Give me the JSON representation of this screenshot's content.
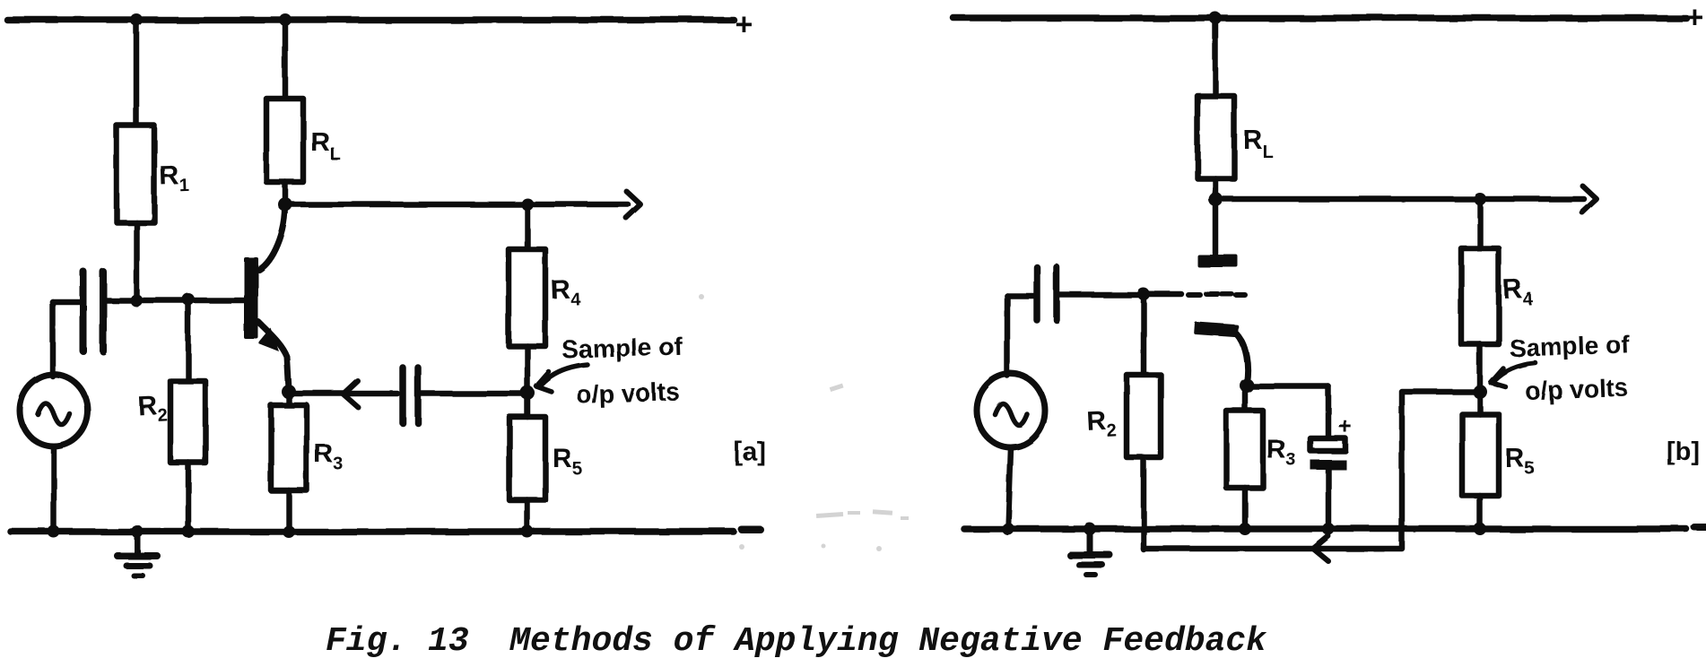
{
  "figure": {
    "caption": "Fig. 13  Methods of Applying Negative Feedback",
    "ink_color": "#101010",
    "paper_color": "#ffffff"
  },
  "circuit_a": {
    "panel_label": "[a]",
    "positive_terminal": "+",
    "resistors": {
      "r1": {
        "base": "R",
        "sub": "1"
      },
      "rl": {
        "base": "R",
        "sub": "L"
      },
      "r2": {
        "base": "R",
        "sub": "2"
      },
      "r3": {
        "base": "R",
        "sub": "3"
      },
      "r4": {
        "base": "R",
        "sub": "4"
      },
      "r5": {
        "base": "R",
        "sub": "5"
      }
    },
    "sample_note": {
      "line1": "Sample of",
      "line2": "o/p volts"
    }
  },
  "circuit_b": {
    "panel_label": "[b]",
    "positive_terminal": "+",
    "capacitor_polarity": "+",
    "resistors": {
      "rl": {
        "base": "R",
        "sub": "L"
      },
      "r2": {
        "base": "R",
        "sub": "2"
      },
      "r3": {
        "base": "R",
        "sub": "3"
      },
      "r4": {
        "base": "R",
        "sub": "4"
      },
      "r5": {
        "base": "R",
        "sub": "5"
      }
    },
    "sample_note": {
      "line1": "Sample of",
      "line2": "o/p volts"
    }
  }
}
